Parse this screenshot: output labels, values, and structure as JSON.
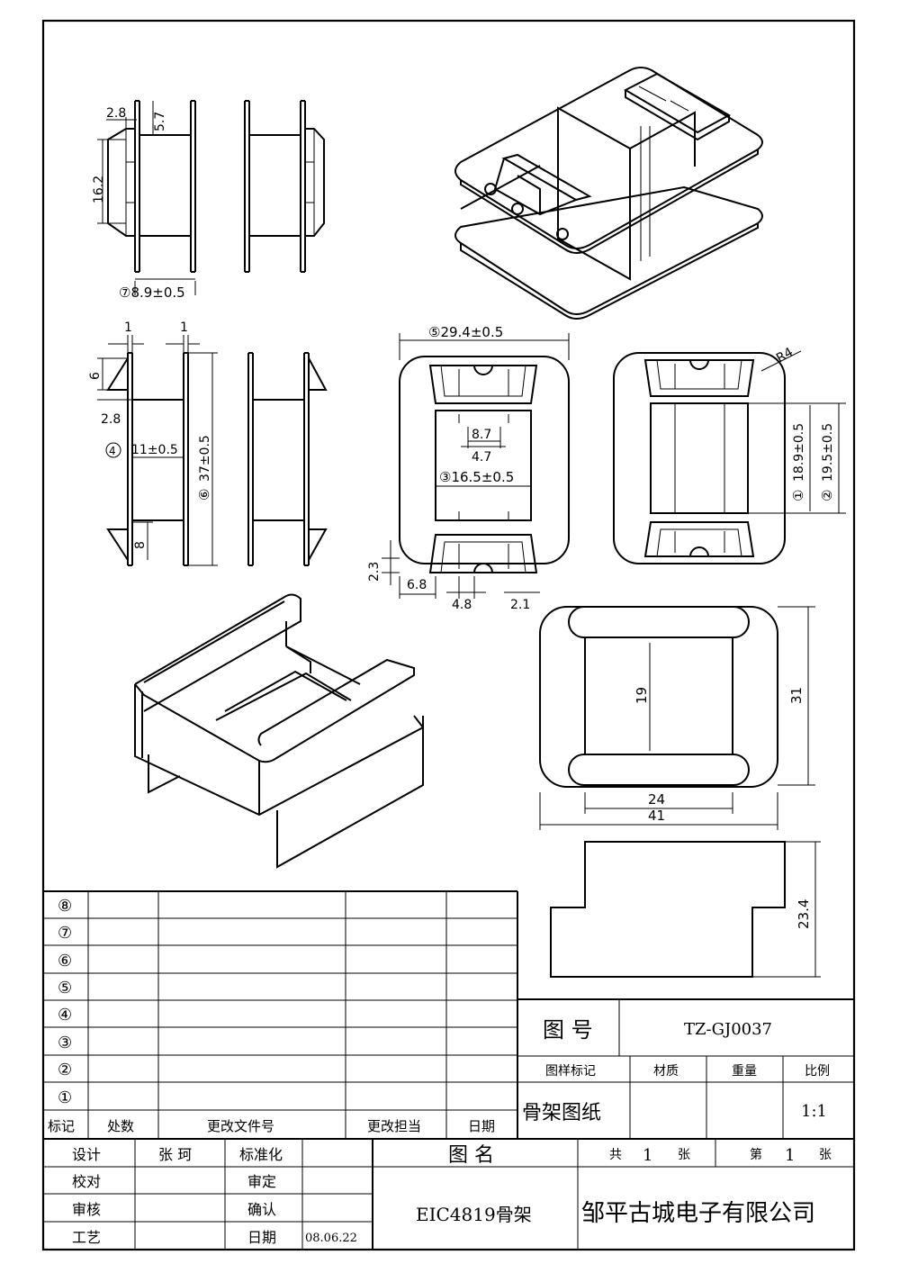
{
  "dims": {
    "d_2_8_top": "2.8",
    "d_5_7": "5.7",
    "d_16_2": "16.2",
    "d_8_9": "⑦8.9±0.5",
    "d_1a": "1",
    "d_1b": "1",
    "d_6": "6",
    "d_2_8_mid": "2.8",
    "d_11": "11±0.5",
    "d_11_circle": "④",
    "d_37": "37±0.5",
    "d_37_circle": "⑥",
    "d_8": "8",
    "d_29_4": "⑤29.4±0.5",
    "d_8_7": "8.7",
    "d_4_7": "4.7",
    "d_16_5": "③16.5±0.5",
    "d_2_3": "2.3",
    "d_6_8": "6.8",
    "d_4_8": "4.8",
    "d_2_1": "2.1",
    "d_R4": "R4",
    "d_18_9": "18.9±0.5",
    "d_18_9_circle": "①",
    "d_19_5": "19.5±0.5",
    "d_19_5_circle": "②",
    "d_19": "19",
    "d_31": "31",
    "d_24": "24",
    "d_41": "41",
    "d_23_4": "23.4"
  },
  "revision_table": {
    "row_markers": [
      "⑧",
      "⑦",
      "⑥",
      "⑤",
      "④",
      "③",
      "②",
      "①"
    ],
    "headers": [
      "标记",
      "处数",
      "更改文件号",
      "更改担当",
      "日期"
    ]
  },
  "title_block": {
    "drawing_no_label": "图 号",
    "drawing_no": "TZ-GJ0037",
    "sample_mark_label": "图样标记",
    "material_label": "材质",
    "weight_label": "重量",
    "scale_label": "比例",
    "sample_mark": "骨架图纸",
    "scale": "1:1",
    "design_label": "设计",
    "designer": "张 珂",
    "standard_label": "标准化",
    "check_label": "校对",
    "review_label": "审定",
    "audit_label": "审核",
    "confirm_label": "确认",
    "process_label": "工艺",
    "date_label": "日期",
    "date": "08.06.22",
    "name_label": "图 名",
    "name": "EIC4819骨架",
    "total_label": "共",
    "total": "1",
    "sheet_unit_a": "张",
    "sheet_label": "第",
    "sheet": "1",
    "sheet_unit_b": "张",
    "company": "邹平古城电子有限公司"
  }
}
